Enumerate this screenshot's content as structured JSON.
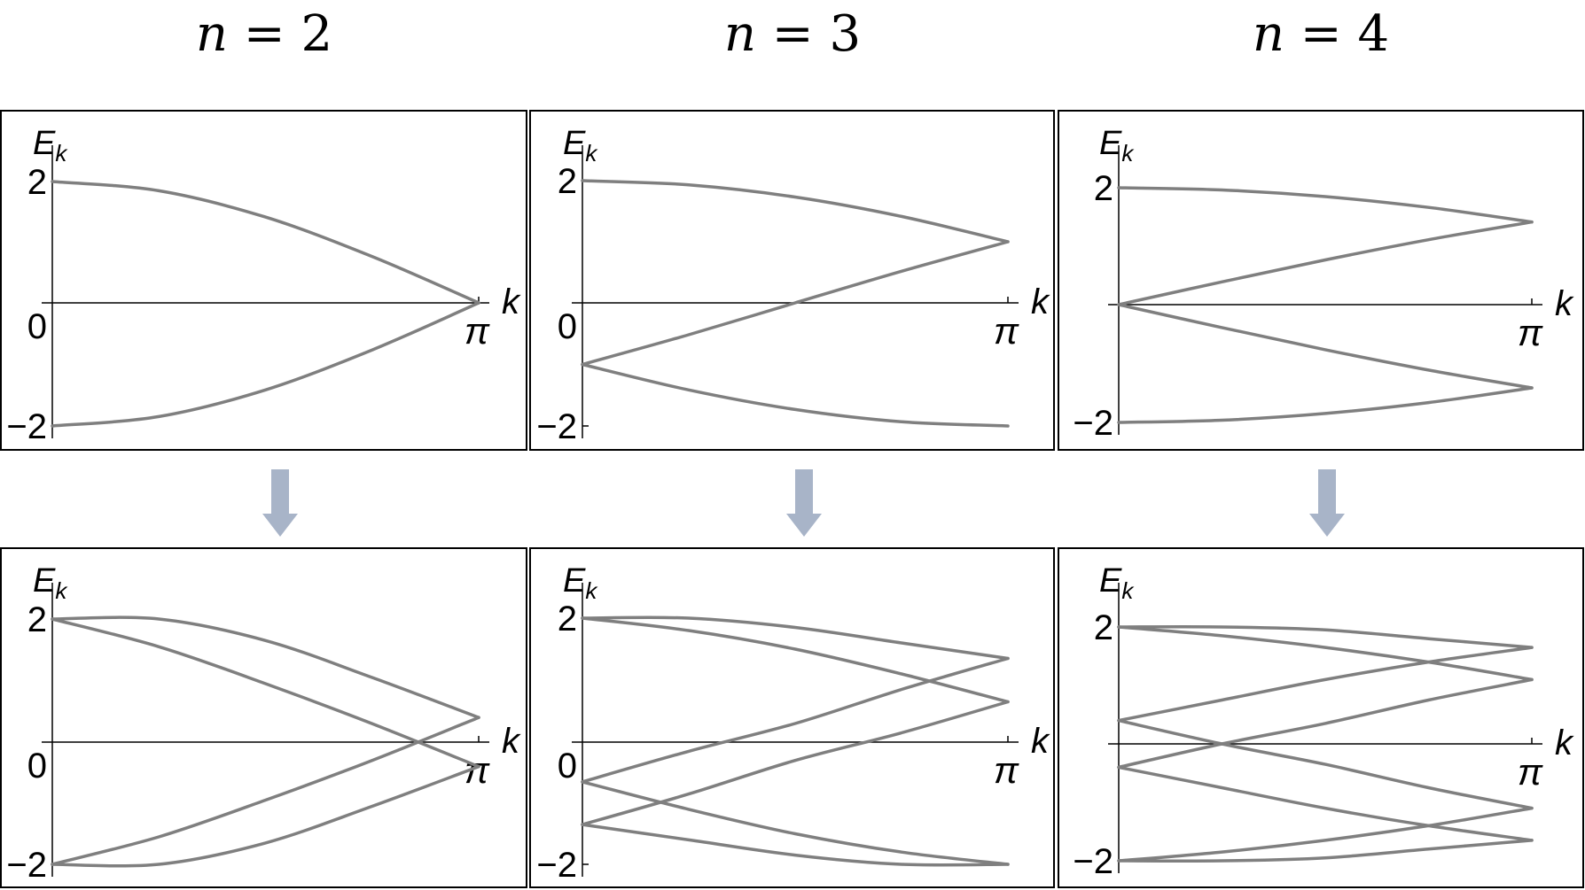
{
  "columns": [
    {
      "n_label": "n",
      "eq_label": "=",
      "n_value": "2"
    },
    {
      "n_label": "n",
      "eq_label": "=",
      "n_value": "3"
    },
    {
      "n_label": "n",
      "eq_label": "=",
      "n_value": "4"
    }
  ],
  "colors": {
    "curve": "#7f7f7f",
    "axis": "#000000",
    "frame": "#000000",
    "arrow": "#a8b4c8"
  },
  "chart_data": [
    {
      "type": "line",
      "row": "top",
      "n": 2,
      "ylabel": "E_k",
      "xlabel": "k",
      "xlim": [
        0,
        3.14159
      ],
      "ylim": [
        -2,
        2
      ],
      "yticks": [
        "2",
        "0",
        "−2"
      ],
      "xticks": [
        "π"
      ],
      "series": [
        {
          "x": [
            0,
            0.785,
            1.571,
            2.356,
            3.1416
          ],
          "y": [
            2.0,
            1.848,
            1.414,
            0.765,
            0.0
          ]
        },
        {
          "x": [
            0,
            0.785,
            1.571,
            2.356,
            3.1416
          ],
          "y": [
            -2.0,
            -1.848,
            -1.414,
            -0.765,
            0.0
          ]
        }
      ]
    },
    {
      "type": "line",
      "row": "top",
      "n": 3,
      "ylabel": "E_k",
      "xlabel": "k",
      "xlim": [
        0,
        3.14159
      ],
      "ylim": [
        -2,
        2
      ],
      "yticks": [
        "2",
        "0",
        "−2"
      ],
      "xticks": [
        "π"
      ],
      "series": [
        {
          "x": [
            0,
            0.785,
            1.571,
            2.356,
            3.1416
          ],
          "y": [
            2.0,
            1.932,
            1.732,
            1.414,
            1.0
          ]
        },
        {
          "x": [
            0,
            0.785,
            1.571,
            2.356,
            3.1416
          ],
          "y": [
            -1.0,
            -0.518,
            0.0,
            0.518,
            1.0
          ]
        },
        {
          "x": [
            0,
            0.785,
            1.571,
            2.356,
            3.1416
          ],
          "y": [
            -1.0,
            -1.414,
            -1.732,
            -1.932,
            -2.0
          ]
        }
      ]
    },
    {
      "type": "line",
      "row": "top",
      "n": 4,
      "ylabel": "E_k",
      "xlabel": "k",
      "xlim": [
        0,
        3.14159
      ],
      "ylim": [
        -2,
        2
      ],
      "yticks": [
        "2",
        "−2"
      ],
      "xticks": [
        "π"
      ],
      "series": [
        {
          "x": [
            0,
            0.785,
            1.571,
            2.356,
            3.1416
          ],
          "y": [
            2.0,
            1.962,
            1.848,
            1.663,
            1.414
          ]
        },
        {
          "x": [
            0,
            0.785,
            1.571,
            2.356,
            3.1416
          ],
          "y": [
            0.0,
            0.39,
            0.765,
            1.111,
            1.414
          ]
        },
        {
          "x": [
            0,
            0.785,
            1.571,
            2.356,
            3.1416
          ],
          "y": [
            0.0,
            -0.39,
            -0.765,
            -1.111,
            -1.414
          ]
        },
        {
          "x": [
            0,
            0.785,
            1.571,
            2.356,
            3.1416
          ],
          "y": [
            -2.0,
            -1.962,
            -1.848,
            -1.663,
            -1.414
          ]
        }
      ]
    },
    {
      "type": "line",
      "row": "bottom",
      "n": 2,
      "ylabel": "E_k",
      "xlabel": "k",
      "xlim": [
        0,
        3.14159
      ],
      "ylim": [
        -2,
        2
      ],
      "yticks": [
        "2",
        "0",
        "−2"
      ],
      "xticks": [
        "π"
      ],
      "series": [
        {
          "x": [
            0,
            0.785,
            1.571,
            2.356,
            3.1416
          ],
          "y": [
            2.0,
            2.0,
            1.65,
            1.05,
            0.4
          ]
        },
        {
          "x": [
            0,
            0.785,
            1.571,
            2.356,
            3.1416
          ],
          "y": [
            2.0,
            1.55,
            0.95,
            0.3,
            -0.4
          ]
        },
        {
          "x": [
            0,
            0.785,
            1.571,
            2.356,
            3.1416
          ],
          "y": [
            -2.0,
            -1.55,
            -0.95,
            -0.3,
            0.4
          ]
        },
        {
          "x": [
            0,
            0.785,
            1.571,
            2.356,
            3.1416
          ],
          "y": [
            -2.0,
            -2.0,
            -1.65,
            -1.05,
            -0.4
          ]
        }
      ]
    },
    {
      "type": "line",
      "row": "bottom",
      "n": 3,
      "ylabel": "E_k",
      "xlabel": "k",
      "xlim": [
        0,
        3.14159
      ],
      "ylim": [
        -2,
        2
      ],
      "yticks": [
        "2",
        "0",
        "−2"
      ],
      "xticks": [
        "π"
      ],
      "series": [
        {
          "x": [
            0,
            0.785,
            1.571,
            2.356,
            3.1416
          ],
          "y": [
            2.0,
            2.0,
            1.85,
            1.6,
            1.35
          ]
        },
        {
          "x": [
            0,
            0.785,
            1.571,
            2.356,
            3.1416
          ],
          "y": [
            2.0,
            1.8,
            1.5,
            1.1,
            0.65
          ]
        },
        {
          "x": [
            0,
            0.785,
            1.571,
            2.356,
            3.1416
          ],
          "y": [
            -0.65,
            -0.15,
            0.3,
            0.85,
            1.35
          ]
        },
        {
          "x": [
            0,
            0.785,
            1.571,
            2.356,
            3.1416
          ],
          "y": [
            -1.35,
            -0.85,
            -0.3,
            0.15,
            0.65
          ]
        },
        {
          "x": [
            0,
            0.785,
            1.571,
            2.356,
            3.1416
          ],
          "y": [
            -0.65,
            -1.1,
            -1.5,
            -1.8,
            -2.0
          ]
        },
        {
          "x": [
            0,
            0.785,
            1.571,
            2.356,
            3.1416
          ],
          "y": [
            -1.35,
            -1.6,
            -1.85,
            -2.0,
            -2.0
          ]
        }
      ]
    },
    {
      "type": "line",
      "row": "bottom",
      "n": 4,
      "ylabel": "E_k",
      "xlabel": "k",
      "xlim": [
        0,
        3.14159
      ],
      "ylim": [
        -2,
        2
      ],
      "yticks": [
        "2",
        "−2"
      ],
      "xticks": [
        "π"
      ],
      "series": [
        {
          "x": [
            0,
            0.785,
            1.571,
            2.356,
            3.1416
          ],
          "y": [
            2.0,
            2.0,
            1.95,
            1.8,
            1.65
          ]
        },
        {
          "x": [
            0,
            0.785,
            1.571,
            2.356,
            3.1416
          ],
          "y": [
            2.0,
            1.85,
            1.65,
            1.4,
            1.1
          ]
        },
        {
          "x": [
            0,
            0.785,
            1.571,
            2.356,
            3.1416
          ],
          "y": [
            0.4,
            0.75,
            1.1,
            1.4,
            1.65
          ]
        },
        {
          "x": [
            0,
            0.785,
            1.571,
            2.356,
            3.1416
          ],
          "y": [
            -0.4,
            0.0,
            0.35,
            0.75,
            1.1
          ]
        },
        {
          "x": [
            0,
            0.785,
            1.571,
            2.356,
            3.1416
          ],
          "y": [
            0.4,
            0.0,
            -0.35,
            -0.75,
            -1.1
          ]
        },
        {
          "x": [
            0,
            0.785,
            1.571,
            2.356,
            3.1416
          ],
          "y": [
            -0.4,
            -0.75,
            -1.1,
            -1.4,
            -1.65
          ]
        },
        {
          "x": [
            0,
            0.785,
            1.571,
            2.356,
            3.1416
          ],
          "y": [
            -2.0,
            -1.85,
            -1.65,
            -1.4,
            -1.1
          ]
        },
        {
          "x": [
            0,
            0.785,
            1.571,
            2.356,
            3.1416
          ],
          "y": [
            -2.0,
            -2.0,
            -1.95,
            -1.8,
            -1.65
          ]
        }
      ]
    }
  ]
}
